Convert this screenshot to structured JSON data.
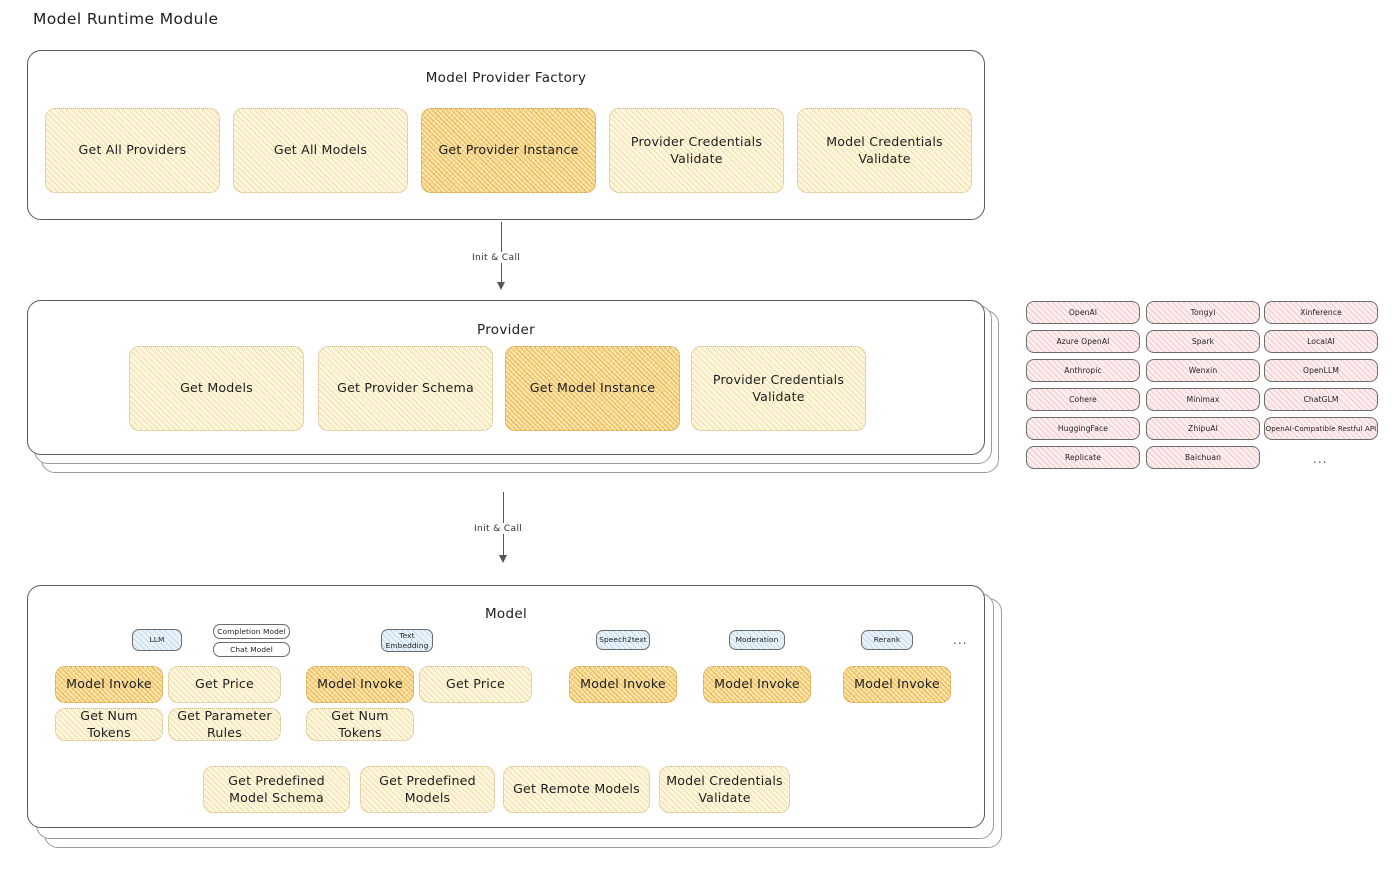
{
  "page": {
    "title": "Model Runtime Module"
  },
  "factory": {
    "title": "Model Provider Factory",
    "methods": [
      {
        "label": "Get All Providers",
        "highlight": false
      },
      {
        "label": "Get All Models",
        "highlight": false
      },
      {
        "label": "Get Provider Instance",
        "highlight": true
      },
      {
        "label": "Provider Credentials Validate",
        "highlight": false
      },
      {
        "label": "Model Credentials Validate",
        "highlight": false
      }
    ]
  },
  "arrows": [
    {
      "label": "Init & Call"
    },
    {
      "label": "Init & Call"
    }
  ],
  "provider": {
    "title": "Provider",
    "methods": [
      {
        "label": "Get Models",
        "highlight": false
      },
      {
        "label": "Get Provider Schema",
        "highlight": false
      },
      {
        "label": "Get Model Instance",
        "highlight": true
      },
      {
        "label": "Provider Credentials Validate",
        "highlight": false
      }
    ]
  },
  "provider_list": {
    "columns": [
      {
        "items": [
          "OpenAI",
          "Azure OpenAI",
          "Anthropic",
          "Cohere",
          "HuggingFace",
          "Replicate"
        ]
      },
      {
        "items": [
          "Tongyi",
          "Spark",
          "Wenxin",
          "Minimax",
          "ZhipuAI",
          "Baichuan"
        ]
      },
      {
        "items": [
          "Xinference",
          "LocalAI",
          "OpenLLM",
          "ChatGLM",
          "OpenAI-Compatible Restful API"
        ]
      }
    ],
    "more": "..."
  },
  "model": {
    "title": "Model",
    "more_badge": "...",
    "types": [
      {
        "badge": "LLM",
        "sub_badges": [
          "Completion Model",
          "Chat Model"
        ],
        "methods": [
          {
            "label": "Model Invoke",
            "highlight": true
          },
          {
            "label": "Get Price",
            "highlight": false
          },
          {
            "label": "Get Num Tokens",
            "highlight": false
          },
          {
            "label": "Get Parameter Rules",
            "highlight": false
          }
        ]
      },
      {
        "badge": "Text Embedding",
        "sub_badges": [],
        "methods": [
          {
            "label": "Model Invoke",
            "highlight": true
          },
          {
            "label": "Get Price",
            "highlight": false
          },
          {
            "label": "Get Num Tokens",
            "highlight": false
          }
        ]
      },
      {
        "badge": "Speech2text",
        "sub_badges": [],
        "methods": [
          {
            "label": "Model Invoke",
            "highlight": true
          }
        ]
      },
      {
        "badge": "Moderation",
        "sub_badges": [],
        "methods": [
          {
            "label": "Model Invoke",
            "highlight": true
          }
        ]
      },
      {
        "badge": "Rerank",
        "sub_badges": [],
        "methods": [
          {
            "label": "Model Invoke",
            "highlight": true
          }
        ]
      }
    ],
    "shared_methods": [
      {
        "label": "Get Predefined Model Schema"
      },
      {
        "label": "Get Predefined Models"
      },
      {
        "label": "Get Remote Models"
      },
      {
        "label": "Model Credentials Validate"
      }
    ]
  },
  "colors": {
    "cream": "#fdf6e0",
    "amber": "#fbe6b4",
    "pink": "#fdeff0",
    "blue": "#e9f3fb",
    "stroke": "#5a5a5a"
  }
}
